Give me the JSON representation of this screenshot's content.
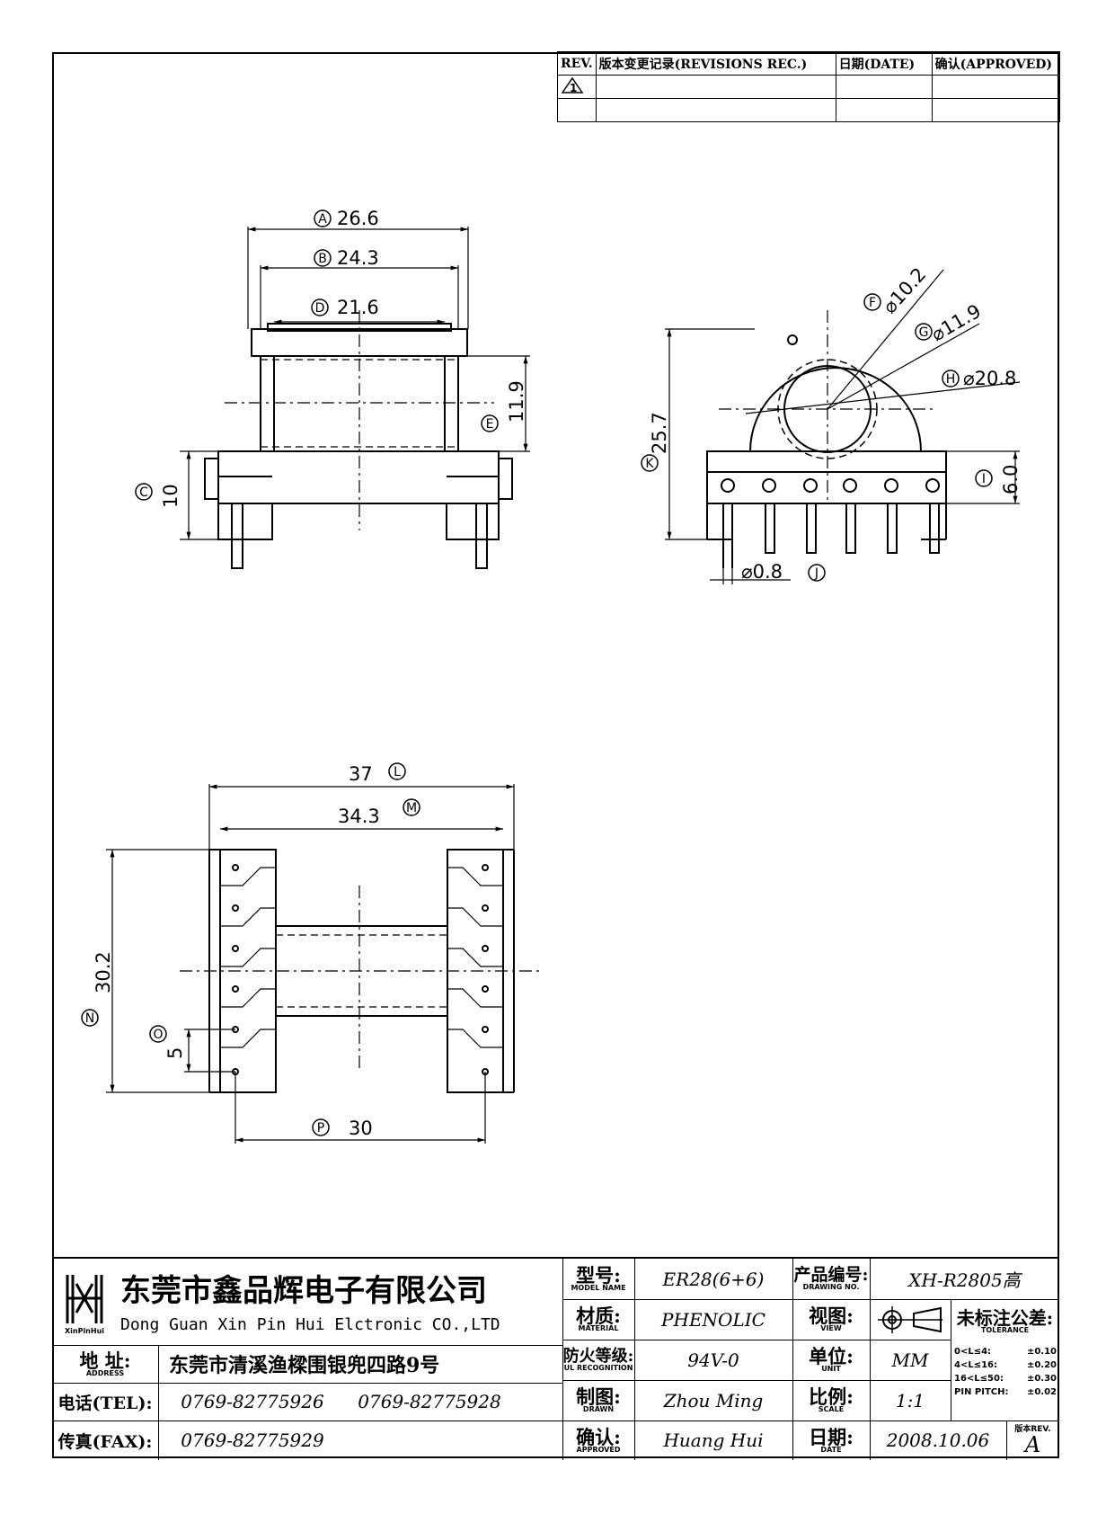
{
  "revision_table": {
    "headers": {
      "rev": "REV.",
      "record": "版本变更记录(REVISIONS REC.)",
      "date": "日期(DATE)",
      "approved": "确认(APPROVED)"
    },
    "first_rev_mark": "1"
  },
  "dimensions": {
    "A": {
      "tag": "A",
      "value": "26.6"
    },
    "B": {
      "tag": "B",
      "value": "24.3"
    },
    "C": {
      "tag": "C",
      "value": "10"
    },
    "D": {
      "tag": "D",
      "value": "21.6"
    },
    "E": {
      "tag": "E",
      "value": "11.9"
    },
    "F": {
      "tag": "F",
      "value": "⌀10.2"
    },
    "G": {
      "tag": "G",
      "value": "⌀11.9"
    },
    "H": {
      "tag": "H",
      "value": "⌀20.8"
    },
    "I": {
      "tag": "I",
      "value": "6.0"
    },
    "J": {
      "tag": "J",
      "value": "⌀0.8"
    },
    "K": {
      "tag": "K",
      "value": "25.7"
    },
    "L": {
      "tag": "L",
      "value": "37"
    },
    "M": {
      "tag": "M",
      "value": "34.3"
    },
    "N": {
      "tag": "N",
      "value": "30.2"
    },
    "O": {
      "tag": "O",
      "value": "5"
    },
    "P": {
      "tag": "P",
      "value": "30"
    }
  },
  "title_block": {
    "logo_text": "XinPinHui",
    "company_cn": "东莞市鑫品辉电子有限公司",
    "company_en": "Dong Guan Xin Pin Hui Elctronic CO.,LTD",
    "address_label_cn": "地 址:",
    "address_label_en": "ADDRESS",
    "address": "东莞市清溪渔樑围银兜四路9号",
    "tel_label": "电话(TEL):",
    "tel_1": "0769-82775926",
    "tel_2": "0769-82775928",
    "fax_label": "传真(FAX):",
    "fax": "0769-82775929",
    "model_label_cn": "型号:",
    "model_label_en": "MODEL NAME",
    "model": "ER28(6+6)",
    "material_label_cn": "材质:",
    "material_label_en": "MATERIAL",
    "material": "PHENOLIC",
    "ul_label_cn": "防火等级:",
    "ul_label_en": "UL RECOGNITION",
    "ul": "94V-0",
    "drawn_label_cn": "制图:",
    "drawn_label_en": "DRAWN",
    "drawn": "Zhou Ming",
    "approved_label_cn": "确认:",
    "approved_label_en": "APPROVED",
    "approved": "Huang Hui",
    "drawing_no_label_cn": "产品编号:",
    "drawing_no_label_en": "DRAWING NO.",
    "drawing_no": "XH-R2805高",
    "view_label_cn": "视图:",
    "view_label_en": "VIEW",
    "unit_label_cn": "单位:",
    "unit_label_en": "UNIT",
    "unit": "MM",
    "scale_label_cn": "比例:",
    "scale_label_en": "SCALE",
    "scale": "1:1",
    "date_label_cn": "日期:",
    "date_label_en": "DATE",
    "date": "2008.10.06",
    "tolerance_title_cn": "未标注公差:",
    "tolerance_title_en": "TOLERANCE",
    "tolerances": [
      {
        "range": "0<L≤4:",
        "value": "±0.10"
      },
      {
        "range": "4<L≤16:",
        "value": "±0.20"
      },
      {
        "range": "16<L≤50:",
        "value": "±0.30"
      },
      {
        "range": "PIN PITCH:",
        "value": "±0.02"
      }
    ],
    "rev_label": "版本REV.",
    "rev_value": "A"
  }
}
